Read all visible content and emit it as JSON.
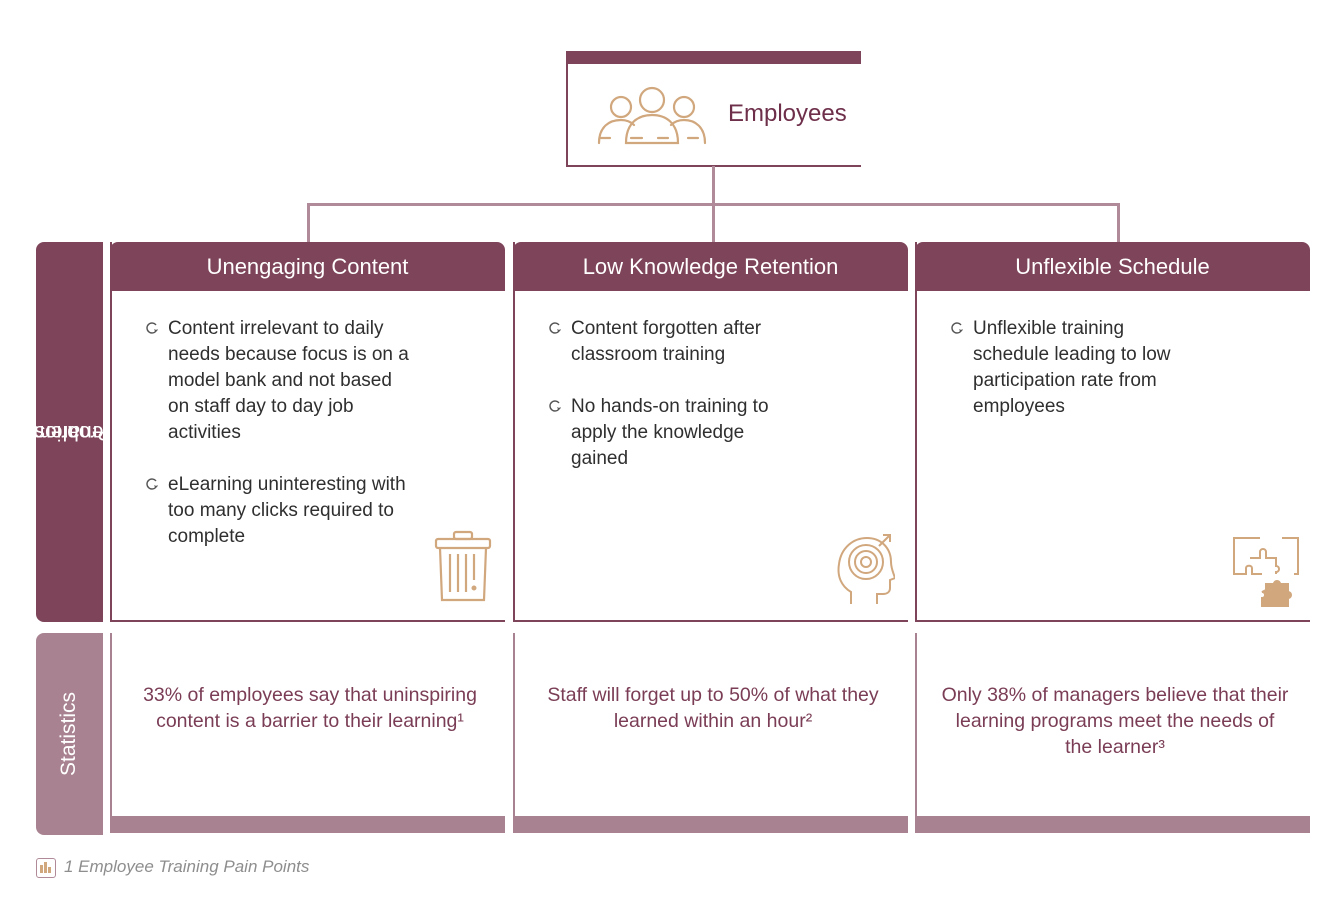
{
  "root": {
    "title": "Employees",
    "icon": "people-icon"
  },
  "side_labels": {
    "problems": "Problems & Scenarios",
    "problems_line1": "Problems &",
    "problems_line2": "Scenarios",
    "statistics": "Statistics"
  },
  "columns": [
    {
      "title": "Unengaging Content",
      "icon": "trash-bin-icon",
      "bullets": [
        "Content irrelevant to daily needs because focus is on a model bank and not based on staff day to day job activities",
        "eLearning uninteresting with too many clicks required to complete"
      ],
      "statistic": "33% of employees say that uninspiring content is a barrier to their learning¹"
    },
    {
      "title": "Low Knowledge Retention",
      "icon": "head-maze-icon",
      "bullets": [
        "Content forgotten after classroom training",
        "No hands-on training to apply the knowledge gained"
      ],
      "statistic": "Staff will forget up to 50% of what they learned within an hour²"
    },
    {
      "title": "Unflexible Schedule",
      "icon": "puzzle-icon",
      "bullets": [
        "Unflexible training schedule leading to low participation rate from employees"
      ],
      "statistic": "Only 38% of managers believe that their learning programs meet the needs of the learner³"
    }
  ],
  "caption": "1 Employee Training Pain Points",
  "caption_icon": "chart-icon",
  "colors": {
    "primary": "#7e4459",
    "secondary": "#a88290",
    "accent_gold": "#d1a77d",
    "stat_text": "#7a3d55"
  }
}
